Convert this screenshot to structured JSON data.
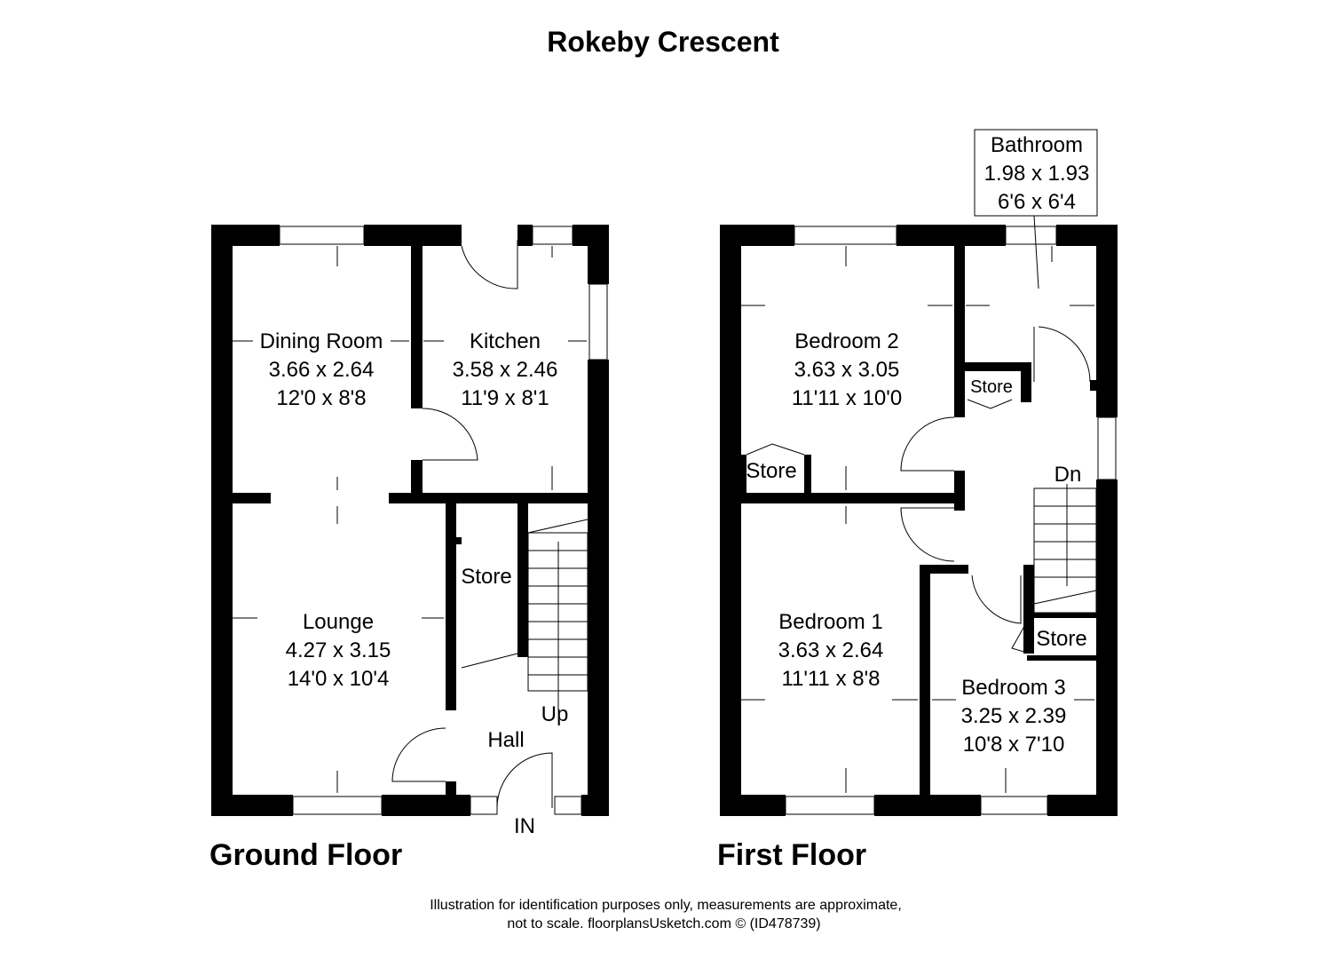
{
  "title": "Rokeby Crescent",
  "ground_floor": {
    "label": "Ground Floor",
    "rooms": [
      {
        "name": "Dining Room",
        "metric": "3.66 x 2.64",
        "imperial": "12'0 x 8'8"
      },
      {
        "name": "Kitchen",
        "metric": "3.58 x 2.46",
        "imperial": "11'9 x 8'1"
      },
      {
        "name": "Lounge",
        "metric": "4.27 x 3.15",
        "imperial": "14'0 x 10'4"
      }
    ],
    "store": "Store",
    "hall": "Hall",
    "up": "Up",
    "entrance": "IN"
  },
  "first_floor": {
    "label": "First Floor",
    "rooms": [
      {
        "name": "Bedroom 2",
        "metric": "3.63 x 3.05",
        "imperial": "11'11 x 10'0"
      },
      {
        "name": "Bedroom 1",
        "metric": "3.63 x 2.64",
        "imperial": "11'11 x 8'8"
      },
      {
        "name": "Bedroom 3",
        "metric": "3.25 x 2.39",
        "imperial": "10'8 x 7'10"
      },
      {
        "name": "Bathroom",
        "metric": "1.98 x 1.93",
        "imperial": "6'6 x 6'4"
      }
    ],
    "stores": [
      "Store",
      "Store",
      "Store"
    ],
    "down": "Dn"
  },
  "footer": {
    "line1": "Illustration for identification purposes only, measurements are approximate,",
    "line2": "not to scale. floorplansUsketch.com © (ID478739)"
  }
}
